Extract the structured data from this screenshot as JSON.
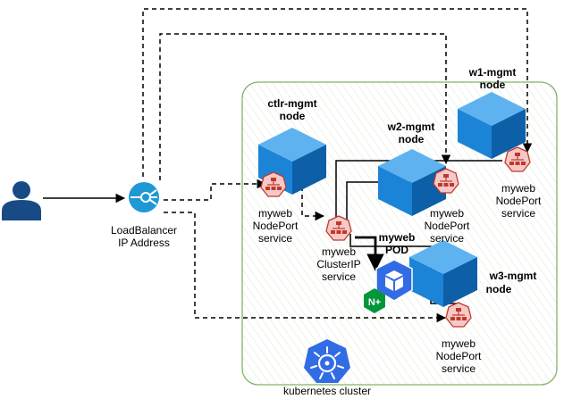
{
  "user": {
    "icon": "user-icon"
  },
  "load_balancer": {
    "icon": "load-balancer-icon",
    "line1": "LoadBalancer",
    "line2": "IP Address"
  },
  "cluster": {
    "label": "kubernetes cluster",
    "icon": "kubernetes-helm-icon"
  },
  "nodes": {
    "ctlr": {
      "line1": "ctlr-mgmt",
      "line2": "node"
    },
    "w1": {
      "line1": "w1-mgmt",
      "line2": "node"
    },
    "w2": {
      "line1": "w2-mgmt",
      "line2": "node"
    },
    "w3": {
      "line1": "w3-mgmt",
      "line2": "node"
    }
  },
  "services": {
    "ctlr_np": {
      "line1": "myweb",
      "line2": "NodePort",
      "line3": "service"
    },
    "w1_np": {
      "line1": "myweb",
      "line2": "NodePort",
      "line3": "service"
    },
    "w2_np": {
      "line1": "myweb",
      "line2": "NodePort",
      "line3": "service"
    },
    "w3_np": {
      "line1": "myweb",
      "line2": "NodePort",
      "line3": "service"
    },
    "clusterip": {
      "line1": "myweb",
      "line2": "ClusterIP",
      "line3": "service"
    }
  },
  "pod": {
    "line1": "myweb",
    "line2": "POD",
    "nginx_badge": "N+"
  },
  "colors": {
    "cluster_border": "#82b366",
    "cube_top": "#5fb2f0",
    "cube_left": "#1b84d6",
    "cube_right": "#0d5fa8",
    "service_fill": "#f6c9c9",
    "service_stroke": "#c0392b",
    "k8s_blue": "#326ce5",
    "nginx_green": "#009639",
    "user_blue": "#184b85",
    "lb_blue": "#1f98d6"
  }
}
